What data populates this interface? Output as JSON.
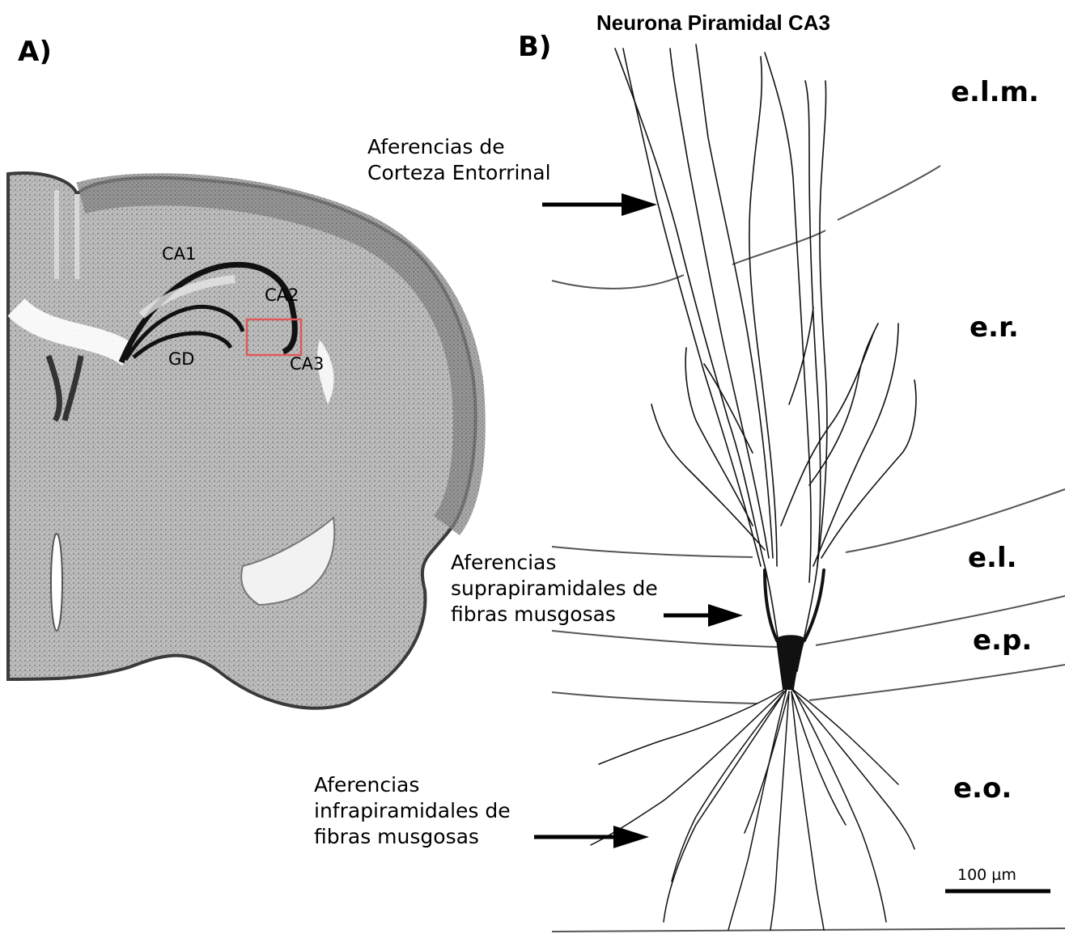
{
  "panel_a": {
    "label": "A)",
    "regions": [
      "CA1",
      "CA2",
      "CA3",
      "GD"
    ]
  },
  "panel_b": {
    "label": "B)",
    "title": "Neurona Piramidal CA3",
    "annotations": {
      "entorhinal": "Aferencias de\nCorteza Entorrinal",
      "suprapyramidal": "Aferencias\nsuprapiramidales de\nfibras musgosas",
      "infrapyramidal": "Aferencias\ninfrapiramidales de\nfibras musgosas"
    },
    "layers": [
      "e.l.m.",
      "e.r.",
      "e.l.",
      "e.p.",
      "e.o."
    ],
    "scale_bar": "100 µm"
  },
  "colors": {
    "highlight_box": "#e05a5a",
    "tissue_dark": "#3a3a3a",
    "tissue_mid": "#8c8c8c",
    "tissue_light": "#c9c9c9"
  }
}
